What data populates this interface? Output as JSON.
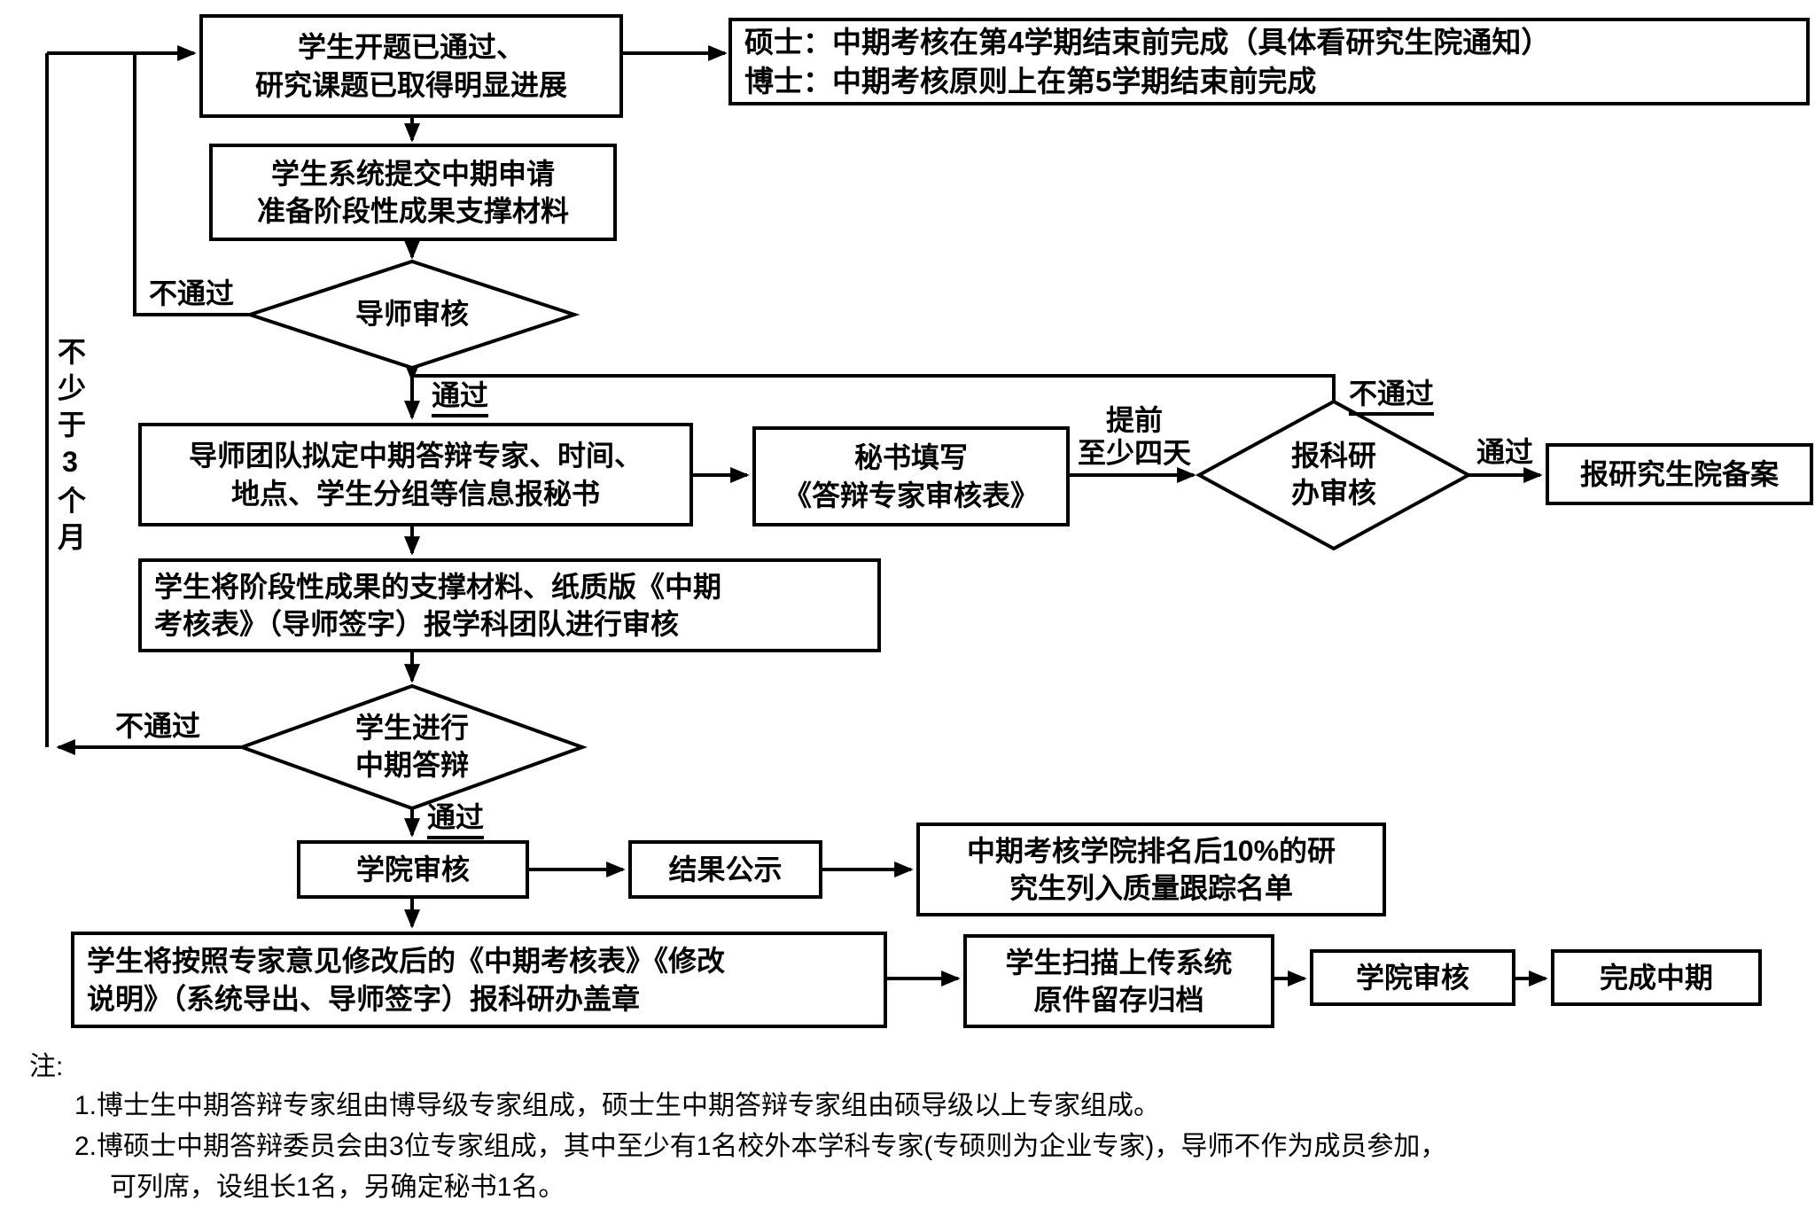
{
  "colors": {
    "line": "#000000",
    "background": "#ffffff"
  },
  "flowchart": {
    "nodes": {
      "start": {
        "label": "学生开题已通过、\n研究课题已取得明显进展"
      },
      "deadline": {
        "label": "硕士：中期考核在第4学期结束前完成（具体看研究生院通知）\n博士：中期考核原则上在第5学期结束前完成"
      },
      "submit_application": {
        "label": "学生系统提交中期申请\n准备阶段性成果支撑材料"
      },
      "supervisor_review": {
        "label": "导师审核"
      },
      "team_plan": {
        "label": "导师团队拟定中期答辩专家、时间、\n地点、学生分组等信息报秘书"
      },
      "secretary_form": {
        "label": "秘书填写\n《答辩专家审核表》"
      },
      "research_office_review": {
        "label": "报科研\n办审核"
      },
      "grad_school_record": {
        "label": "报研究生院备案"
      },
      "materials_to_team": {
        "label": "学生将阶段性成果的支撑材料、纸质版《中期\n考核表》（导师签字）报学科团队进行审核"
      },
      "midterm_defense": {
        "label": "学生进行\n中期答辩"
      },
      "college_review_1": {
        "label": "学院审核"
      },
      "result_publicity": {
        "label": "结果公示"
      },
      "quality_tracking": {
        "label": "中期考核学院排名后10%的研\n究生列入质量跟踪名单"
      },
      "office_stamp": {
        "label": "学生将按照专家意见修改后的《中期考核表》《修改\n说明》（系统导出、导师签字）报科研办盖章"
      },
      "scan_upload": {
        "label": "学生扫描上传系统\n原件留存归档"
      },
      "college_review_2": {
        "label": "学院审核"
      },
      "finish": {
        "label": "完成中期"
      }
    },
    "edge_labels": {
      "supervisor_fail": "不通过",
      "supervisor_pass": "通过",
      "advance_notice": "提前\n至少四天",
      "office_fail": "不通过",
      "office_pass": "通过",
      "defense_fail": "不通过",
      "defense_pass": "通过",
      "min_interval": "不少于3个月"
    },
    "notes": {
      "heading": "注:",
      "items": [
        "1.博士生中期答辩专家组由博导级专家组成，硕士生中期答辩专家组由硕导级以上专家组成。",
        "2.博硕士中期答辩委员会由3位专家组成，其中至少有1名校外本学科专家(专硕则为企业专家)，导师不作为成员参加，",
        "可列席，设组长1名，另确定秘书1名。"
      ]
    }
  }
}
